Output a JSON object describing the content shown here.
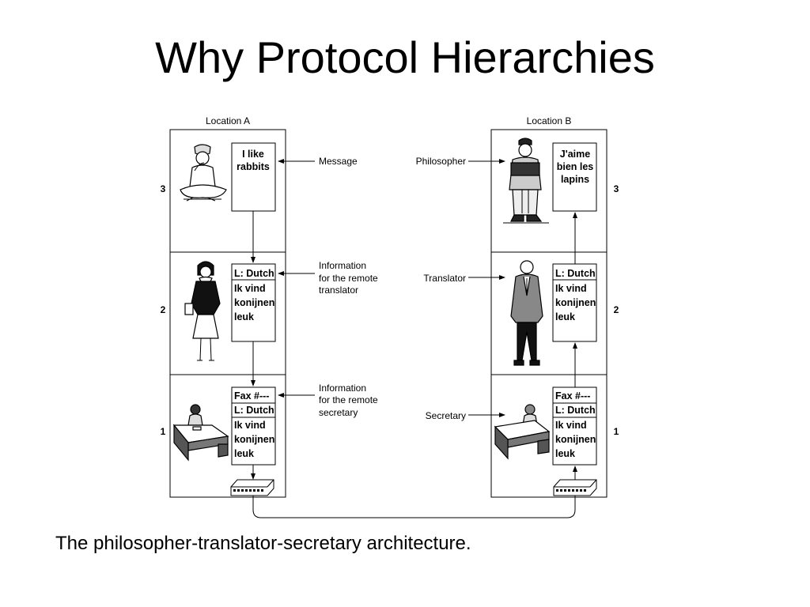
{
  "slide": {
    "title": "Why Protocol Hierarchies",
    "caption": "The philosopher-translator-secretary architecture."
  },
  "diagram": {
    "location_a": "Location A",
    "location_b": "Location B",
    "layers": [
      "3",
      "2",
      "1"
    ],
    "annotations": {
      "message": "Message",
      "info_translator": [
        "Information",
        "for the remote",
        "translator"
      ],
      "info_secretary": [
        "Information",
        "for the remote",
        "secretary"
      ],
      "philosopher": "Philosopher",
      "translator": "Translator",
      "secretary": "Secretary"
    },
    "side_a": {
      "layer3_text": [
        "I like",
        "rabbits"
      ],
      "layer2_text": [
        "L: Dutch",
        "Ik vind",
        "konijnen",
        "leuk"
      ],
      "layer1_text": [
        "Fax #---",
        "L: Dutch",
        "Ik vind",
        "konijnen",
        "leuk"
      ]
    },
    "side_b": {
      "layer3_text": [
        "J'aime",
        "bien les",
        "lapins"
      ],
      "layer2_text": [
        "L: Dutch",
        "Ik vind",
        "konijnen",
        "leuk"
      ],
      "layer1_text": [
        "Fax #---",
        "L: Dutch",
        "Ik vind",
        "konijnen",
        "leuk"
      ]
    }
  }
}
